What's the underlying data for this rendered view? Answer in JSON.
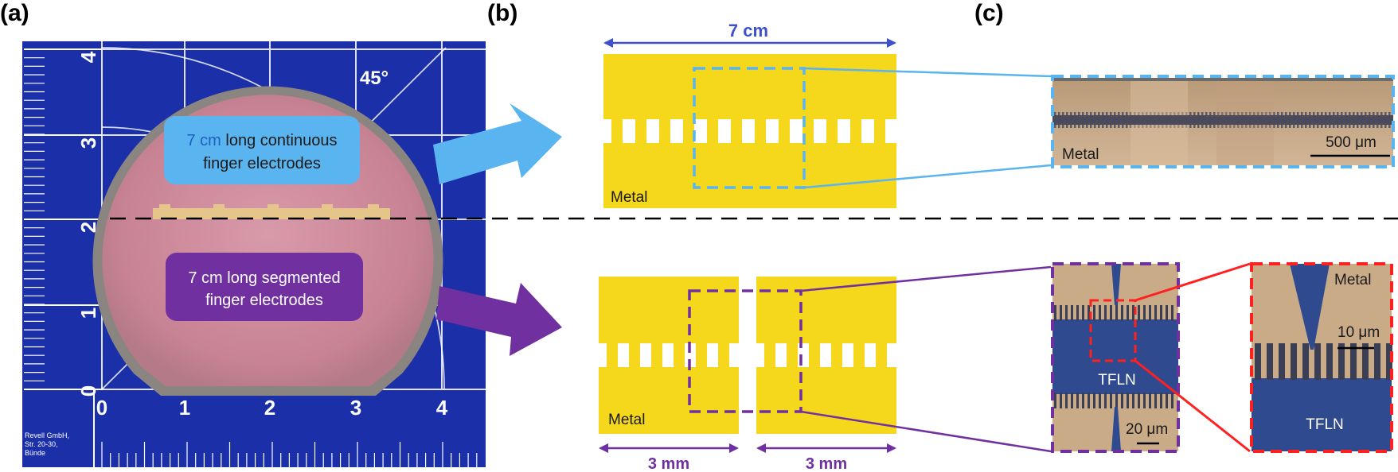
{
  "panel_labels": {
    "a": "(a)",
    "b": "(b)",
    "c": "(c)"
  },
  "photo": {
    "ruler_angle": "45°",
    "ruler_left_ticks": [
      "4",
      "3",
      "2",
      "1",
      "0"
    ],
    "ruler_bottom_ticks": [
      "0",
      "1",
      "2",
      "3",
      "4"
    ],
    "maker_text": [
      "Revell GmbH,",
      "Str. 20-30,",
      "Bünde"
    ],
    "continuous_label": {
      "highlight": "7 cm",
      "line1": " long continuous",
      "line2": "finger electrodes"
    },
    "segmented_label": {
      "line1": "7 cm long segmented",
      "line2": "finger electrodes"
    }
  },
  "schematic": {
    "top_dimension": "7 cm",
    "top_metal": "Metal",
    "bottom_metal": "Metal",
    "bottom_dim_left": "3 mm",
    "bottom_dim_right": "3 mm"
  },
  "micro": {
    "top_metal": "Metal",
    "top_scale": "500 μm",
    "bottom_tfln": "TFLN",
    "bottom_scale": "20 μm",
    "zoom_metal": "Metal",
    "zoom_scale": "10 μm",
    "zoom_tfln": "TFLN"
  },
  "colors": {
    "ruler_blue": "#1a2fa8",
    "wafer_pink": "#c98a9c",
    "metal_yellow": "#f5d71c",
    "continuous_blue": "#5ab4ef",
    "segmented_purple": "#7030a0",
    "zoom_red": "#ff2020",
    "micro_tan": "#c7a887",
    "tfln_blue": "#2f4a8e"
  }
}
